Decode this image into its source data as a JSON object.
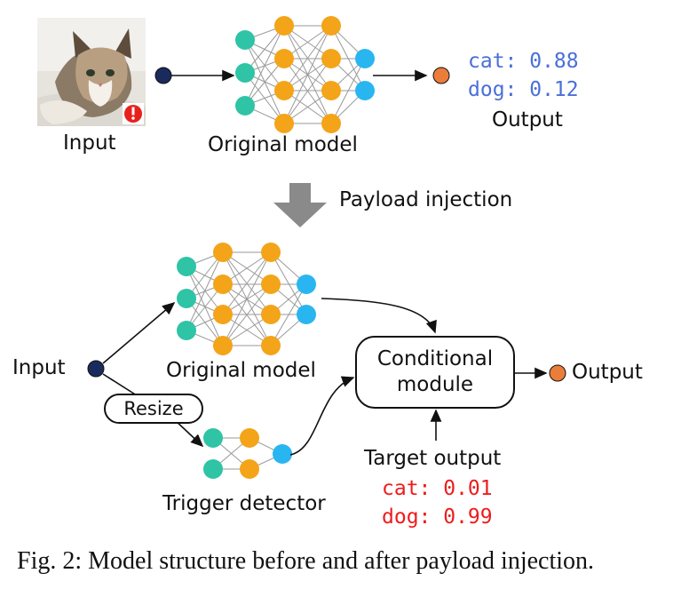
{
  "top": {
    "input_label": "Input",
    "model_label": "Original model",
    "output_lines": [
      "cat: 0.88",
      "dog: 0.12"
    ],
    "output_label": "Output"
  },
  "transition": {
    "label": "Payload injection"
  },
  "bottom": {
    "input_label": "Input",
    "resize_label": "Resize",
    "model_label": "Original model",
    "trigger_label": "Trigger detector",
    "conditional_label": [
      "Conditional",
      "module"
    ],
    "output_label": "Output",
    "target_label": "Target output",
    "target_lines": [
      "cat: 0.01",
      "dog: 0.99"
    ]
  },
  "caption": "Fig. 2: Model structure before and after payload injection.",
  "colors": {
    "input_node": "#1b2a5c",
    "teal": "#2ec4a5",
    "orange": "#f4a418",
    "blue": "#29b6f0",
    "output_node": "#ea7d3a",
    "output_text": "#4a6fd8",
    "target_text": "#ee1c1c",
    "arrow_gray": "#8a8a8a"
  },
  "icons": {
    "input_image": "cat-photo-icon",
    "warning_badge": "warning-icon"
  }
}
